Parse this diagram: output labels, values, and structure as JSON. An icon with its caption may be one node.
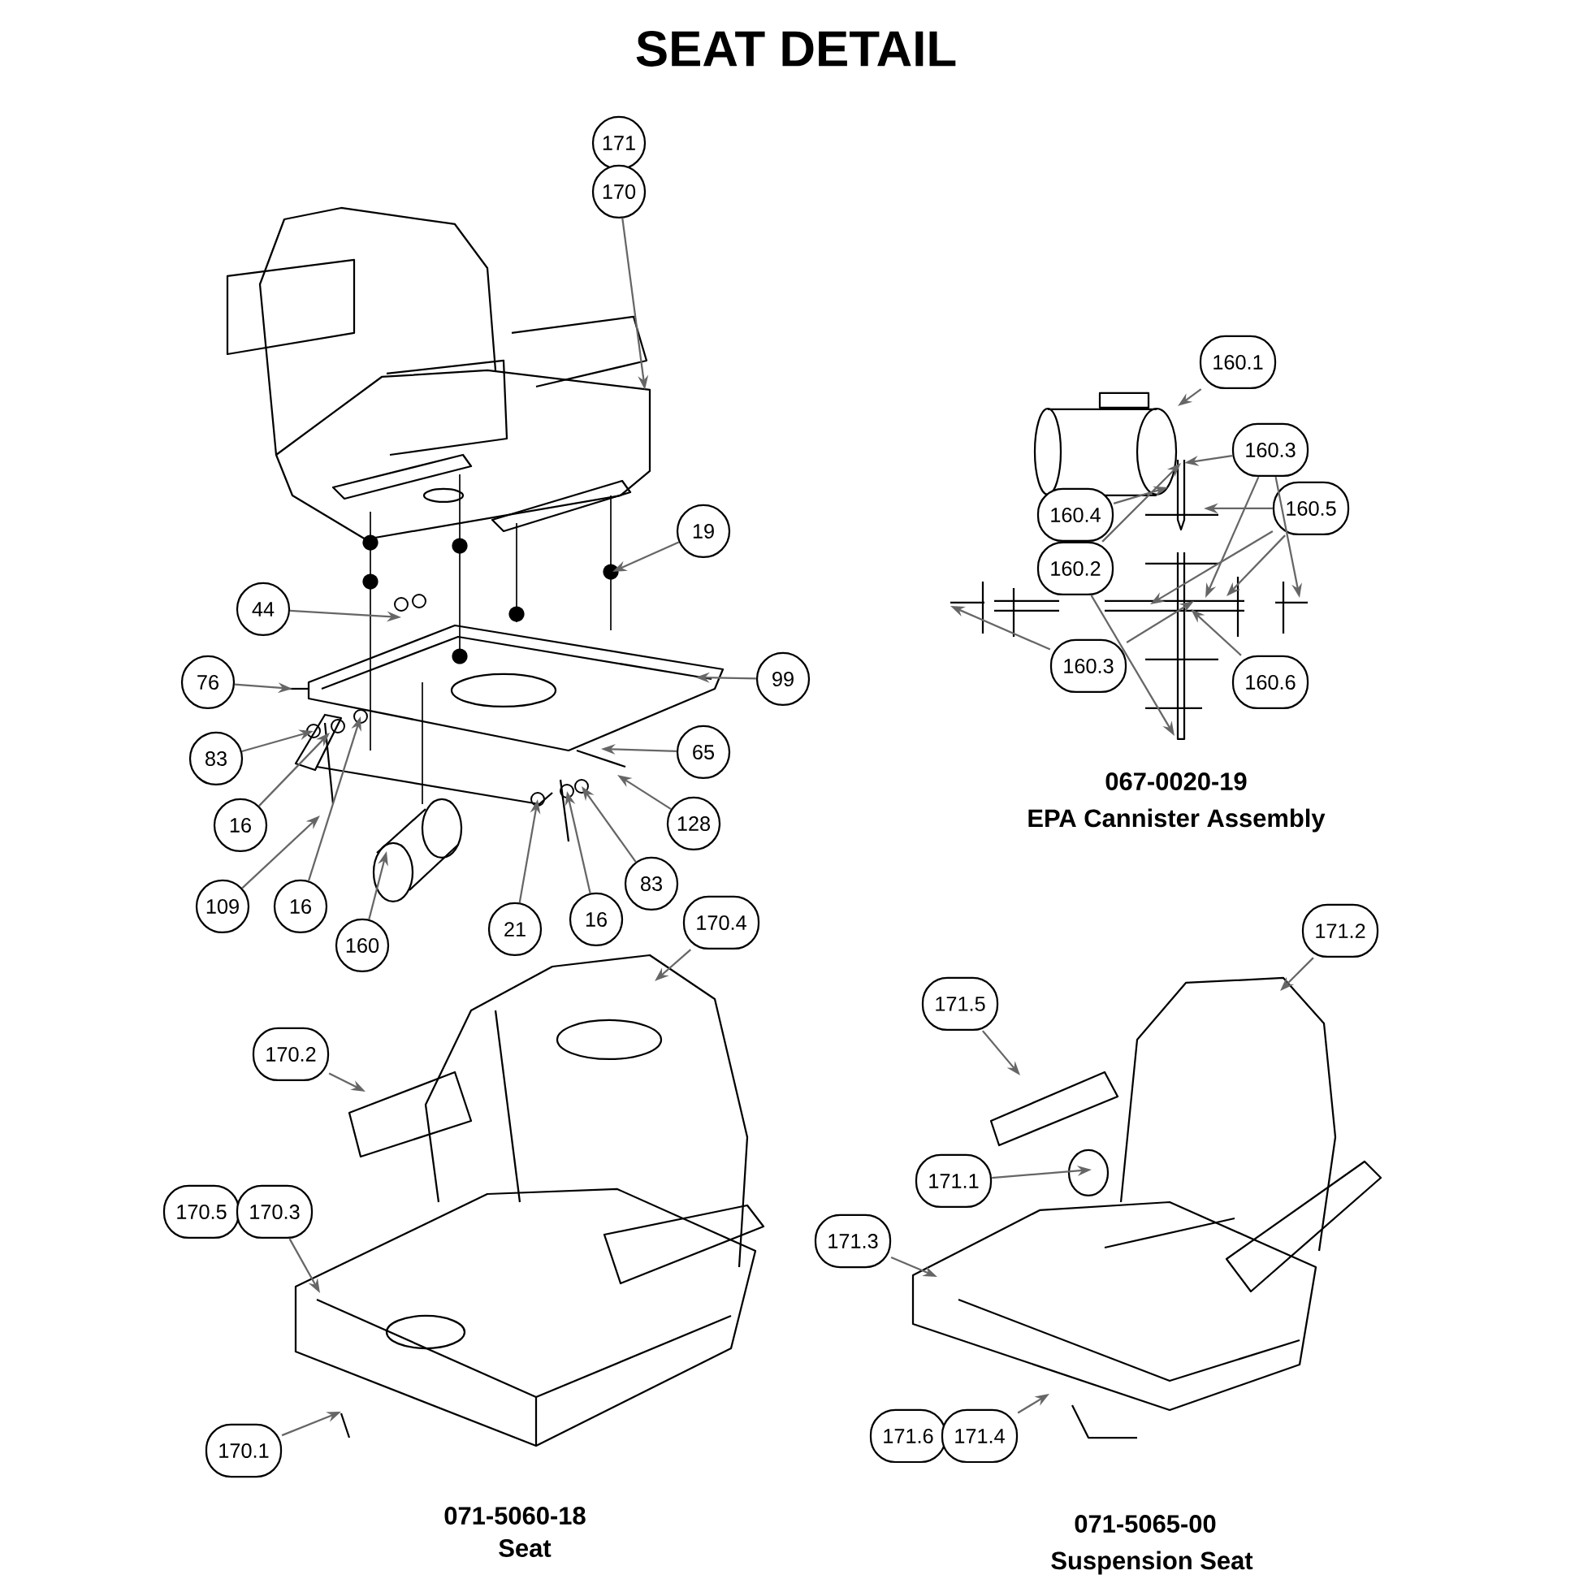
{
  "diagram": {
    "title": "SEAT DETAIL",
    "nodes": [
      {
        "text": [
          "171"
        ]
      },
      {
        "text": [
          "170"
        ]
      },
      {
        "text": [
          "19"
        ]
      },
      {
        "text": [
          "44"
        ]
      },
      {
        "text": [
          "76"
        ]
      },
      {
        "text": [
          "99"
        ]
      },
      {
        "text": [
          "83"
        ]
      },
      {
        "text": [
          "65"
        ]
      },
      {
        "text": [
          "16"
        ]
      },
      {
        "text": [
          "128"
        ]
      },
      {
        "text": [
          "109"
        ]
      },
      {
        "text": [
          "16"
        ]
      },
      {
        "text": [
          "160"
        ]
      },
      {
        "text": [
          "21"
        ]
      },
      {
        "text": [
          "16"
        ]
      },
      {
        "text": [
          "83"
        ]
      },
      {
        "text": [
          "170.4"
        ]
      },
      {
        "text": [
          "170.2"
        ]
      },
      {
        "text": [
          "170.5"
        ]
      },
      {
        "text": [
          "170.3"
        ]
      },
      {
        "text": [
          "170.1"
        ]
      },
      {
        "text": [
          "160.1"
        ]
      },
      {
        "text": [
          "160.3"
        ]
      },
      {
        "text": [
          "160.5"
        ]
      },
      {
        "text": [
          "160.4"
        ]
      },
      {
        "text": [
          "160.2"
        ]
      },
      {
        "text": [
          "160.3"
        ]
      },
      {
        "text": [
          "160.6"
        ]
      },
      {
        "text": [
          "171.2"
        ]
      },
      {
        "text": [
          "171.5"
        ]
      },
      {
        "text": [
          "171.1"
        ]
      },
      {
        "text": [
          "171.3"
        ]
      },
      {
        "text": [
          "171.6"
        ]
      },
      {
        "text": [
          "171.4"
        ]
      }
    ],
    "edges": [
      {
        "from": 1,
        "to": null,
        "arrow": "to"
      },
      {
        "from": 2,
        "to": null,
        "arrow": "to"
      },
      {
        "from": 3,
        "to": null,
        "arrow": "to"
      },
      {
        "from": 4,
        "to": null,
        "arrow": "to"
      },
      {
        "from": 5,
        "to": null,
        "arrow": "to"
      },
      {
        "from": 6,
        "to": null,
        "arrow": "to"
      },
      {
        "from": 7,
        "to": null,
        "arrow": "to"
      },
      {
        "from": 8,
        "to": null,
        "arrow": "to"
      },
      {
        "from": 9,
        "to": null,
        "arrow": "to"
      },
      {
        "from": 10,
        "to": null,
        "arrow": "to"
      },
      {
        "from": 11,
        "to": null,
        "arrow": "to"
      },
      {
        "from": 12,
        "to": null,
        "arrow": "to"
      },
      {
        "from": 13,
        "to": null,
        "arrow": "to"
      },
      {
        "from": 14,
        "to": null,
        "arrow": "to"
      },
      {
        "from": 15,
        "to": null,
        "arrow": "to"
      },
      {
        "from": 16,
        "to": null,
        "arrow": "to"
      },
      {
        "from": 17,
        "to": null,
        "arrow": "to"
      },
      {
        "from": 19,
        "to": null,
        "arrow": "to"
      },
      {
        "from": 20,
        "to": null,
        "arrow": "to"
      },
      {
        "from": 21,
        "to": null,
        "arrow": "to"
      },
      {
        "from": 22,
        "to": null,
        "arrow": "to"
      },
      {
        "from": 22,
        "to": null,
        "arrow": "to"
      },
      {
        "from": 22,
        "to": null,
        "arrow": "to"
      },
      {
        "from": 23,
        "to": null,
        "arrow": "to"
      },
      {
        "from": 23,
        "to": null,
        "arrow": "to"
      },
      {
        "from": 23,
        "to": null,
        "arrow": "to"
      },
      {
        "from": 24,
        "to": null,
        "arrow": "to"
      },
      {
        "from": 25,
        "to": null,
        "arrow": "to"
      },
      {
        "from": 25,
        "to": null,
        "arrow": "to"
      },
      {
        "from": 26,
        "to": null,
        "arrow": "to"
      },
      {
        "from": 26,
        "to": null,
        "arrow": "to"
      },
      {
        "from": 27,
        "to": null,
        "arrow": "to"
      },
      {
        "from": 28,
        "to": null,
        "arrow": "to"
      },
      {
        "from": 29,
        "to": null,
        "arrow": "to"
      },
      {
        "from": 30,
        "to": null,
        "arrow": "to"
      },
      {
        "from": 31,
        "to": null,
        "arrow": "to"
      },
      {
        "from": 33,
        "to": null,
        "arrow": "to"
      }
    ],
    "labels": [
      "067-0020-19",
      "EPA Cannister Assembly",
      "071-5060-18",
      "Seat",
      "071-5065-00",
      "Suspension Seat"
    ]
  }
}
